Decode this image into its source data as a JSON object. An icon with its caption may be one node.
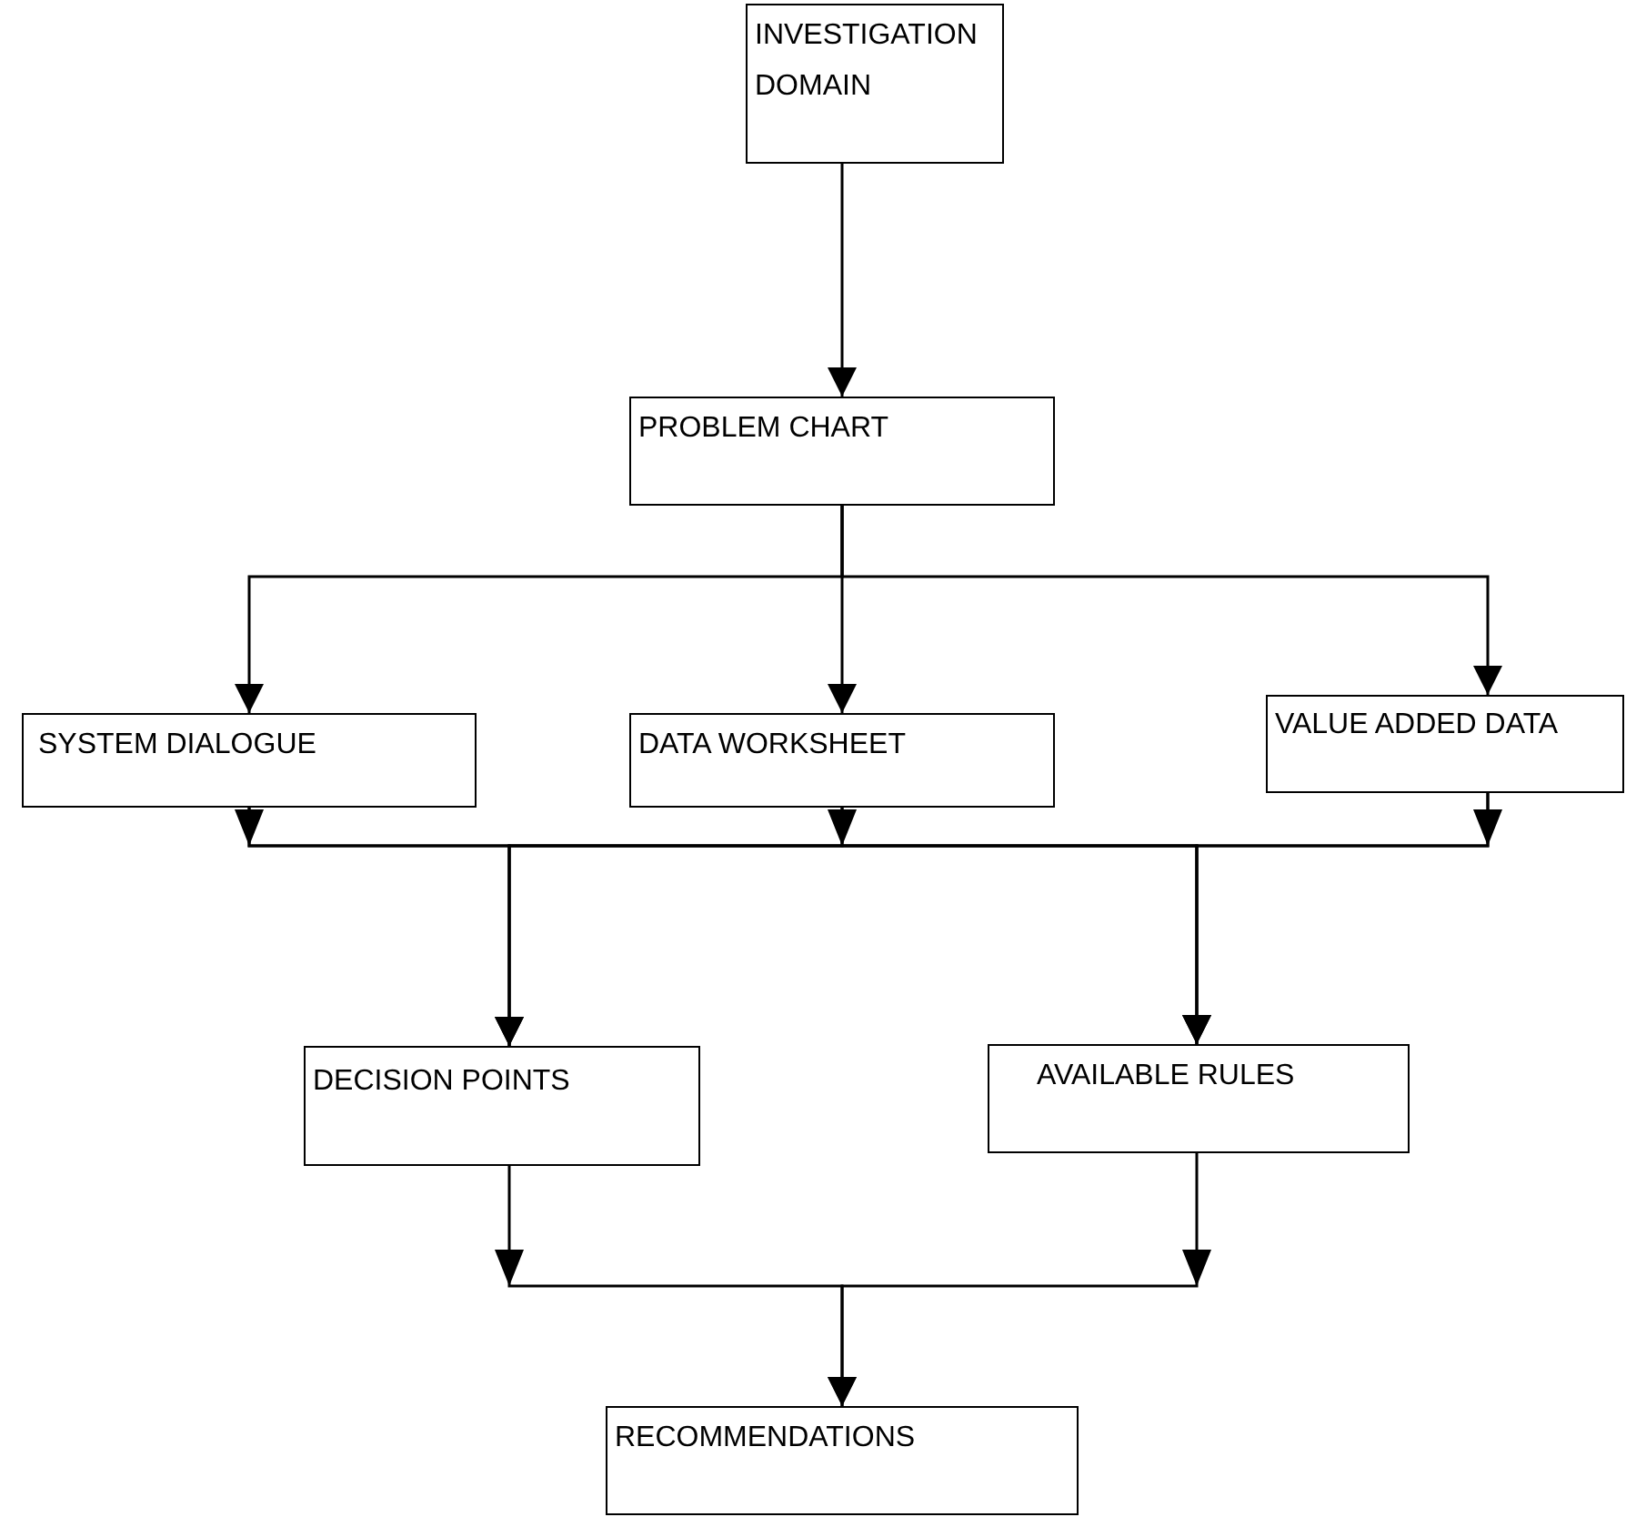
{
  "diagram": {
    "nodes": [
      {
        "text": [
          "INVESTIGATION DOMAIN"
        ]
      },
      {
        "text": [
          "PROBLEM CHART"
        ]
      },
      {
        "text": [
          "SYSTEM DIALOGUE"
        ]
      },
      {
        "text": [
          "DATA WORKSHEET"
        ]
      },
      {
        "text": [
          "VALUE ADDED DATA"
        ]
      },
      {
        "text": [
          "DECISION POINTS"
        ]
      },
      {
        "text": [
          "AVAILABLE RULES"
        ]
      },
      {
        "text": [
          "RECOMMENDATIONS"
        ]
      }
    ],
    "edges": [
      {
        "from": 0,
        "to": 1,
        "arrow": "to"
      },
      {
        "from": 1,
        "to": 2,
        "arrow": "to"
      },
      {
        "from": 1,
        "to": 3,
        "arrow": "to"
      },
      {
        "from": 1,
        "to": 4,
        "arrow": "to"
      },
      {
        "from": 2,
        "to": 5,
        "arrow": "to"
      },
      {
        "from": 2,
        "to": 6,
        "arrow": "to"
      },
      {
        "from": 3,
        "to": 5,
        "arrow": "to"
      },
      {
        "from": 3,
        "to": 6,
        "arrow": "to"
      },
      {
        "from": 4,
        "to": 5,
        "arrow": "to"
      },
      {
        "from": 4,
        "to": 6,
        "arrow": "to"
      },
      {
        "from": 5,
        "to": 7,
        "arrow": "to"
      },
      {
        "from": 6,
        "to": 7,
        "arrow": "to"
      }
    ]
  }
}
